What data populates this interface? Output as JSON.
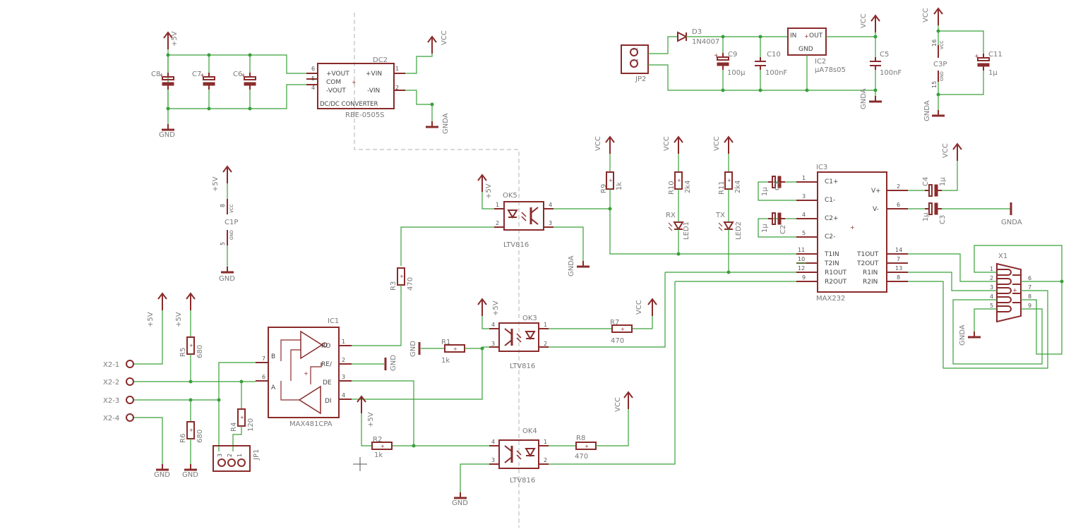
{
  "labels": {
    "C8": "C8",
    "C7": "C7",
    "C6": "C6",
    "p5v_top": "+5V",
    "gnd_top": "GND",
    "dc2": "DC2",
    "dc2_value": "RBE-0505S",
    "dc_title": "DC/DC CONVERTER",
    "dc_pvout": "+VOUT",
    "dc_com": "COM",
    "dc_nvout": "-VOUT",
    "dc_pvin": "+VIN",
    "dc_nvin": "-VIN",
    "dc_p6": "6",
    "dc_p5": "5",
    "dc_p4": "4",
    "dc_p1": "1",
    "dc_p2": "2",
    "vcc_dc": "VCC",
    "gnda_dc": "GNDA",
    "jp2": "JP2",
    "jp2_p1": "1",
    "jp2_p2": "2",
    "d3": "D3",
    "d3_value": "1N4007",
    "c9": "C9",
    "c9_value": "100µ",
    "c10": "C10",
    "c10_value": "100nF",
    "ic2": "IC2",
    "ic2_value": "µA78s05",
    "ic2_in": "IN",
    "ic2_out": "OUT",
    "ic2_gnd": "GND",
    "c5": "C5",
    "c5_value": "100nF",
    "vcc_reg": "VCC",
    "gnda_reg": "GNDA",
    "vcc_c3p": "VCC",
    "c3p": "C3P",
    "c3p_16": "16",
    "c3p_15": "15",
    "c3p_vcc": "VCC",
    "c3p_gnd": "GND",
    "c11": "C11",
    "c11_value": "1µ",
    "gnda_c3p": "GNDA",
    "p5v_c1p": "+5V",
    "c1p": "C1P",
    "c1p_8": "8",
    "c1p_5": "5",
    "c1p_vcc": "VCC",
    "c1p_gnd": "GND",
    "gnd_c1p": "GND",
    "p5v_ok5": "+5V",
    "ok5": "OK5",
    "ok5_value": "LTV816",
    "gnda_ok5": "GNDA",
    "ok5_p1": "1",
    "ok5_p2": "2",
    "ok5_p3": "3",
    "ok5_p4": "4",
    "vcc_r9": "VCC",
    "r9": "R9",
    "r9_value": "1k",
    "vcc_r10": "VCC",
    "r10": "R10",
    "r10_value": "2k4",
    "led1": "LED1",
    "rx": "RX",
    "vcc_r11": "VCC",
    "r11": "R11",
    "r11_value": "2k4",
    "led2": "LED2",
    "tx": "TX",
    "ic3": "IC3",
    "ic3_value": "MAX232",
    "ic3_c1p": "C1+",
    "ic3_c1m": "C1-",
    "ic3_c2p": "C2+",
    "ic3_c2m": "C2-",
    "ic3_vp": "V+",
    "ic3_vm": "V-",
    "ic3_t1in": "T1IN",
    "ic3_t2in": "T2IN",
    "ic3_r1out": "R1OUT",
    "ic3_r2out": "R2OUT",
    "ic3_t1out": "T1OUT",
    "ic3_t2out": "T2OUT",
    "ic3_r1in": "R1IN",
    "ic3_r2in": "R2IN",
    "ic3_p1": "1",
    "ic3_p3": "3",
    "ic3_p4": "4",
    "ic3_p5": "5",
    "ic3_p11": "11",
    "ic3_p10": "10",
    "ic3_p12": "12",
    "ic3_p9": "9",
    "ic3_p2": "2",
    "ic3_p6": "6",
    "ic3_p14": "14",
    "ic3_p7": "7",
    "ic3_p13": "13",
    "ic3_p8": "8",
    "c1": "C1",
    "c1_value": "1µ",
    "c2": "C2",
    "c2_value": "1µ",
    "c4": "C4",
    "c4_value": "1µ",
    "vcc_c4": "VCC",
    "c3": "C3",
    "c3_value": "1µ",
    "gnda_c3": "GNDA",
    "x1": "X1",
    "gnda_x1": "GNDA",
    "x1_p1": "1",
    "x1_p2": "2",
    "x1_p3": "3",
    "x1_p4": "4",
    "x1_p5": "5",
    "x1_p6": "6",
    "x1_p7": "7",
    "x1_p8": "8",
    "x1_p9": "9",
    "r3": "R3",
    "r3_value": "470",
    "p5v_ok3": "+5V",
    "ok3": "OK3",
    "ok3_value": "LTV816",
    "ok3_p1": "1",
    "ok3_p2": "2",
    "ok3_p3": "3",
    "ok3_p4": "4",
    "r7": "R7",
    "r7_value": "470",
    "vcc_r7": "VCC",
    "gnd_r1": "GND",
    "r1": "R1",
    "r1_value": "1k",
    "ic1": "IC1",
    "ic1_value": "MAX481CPA",
    "ic1_ro": "RO",
    "ic1_re": "RE/",
    "ic1_de": "DE",
    "ic1_di": "DI",
    "ic1_b": "B",
    "ic1_a": "A",
    "ic1_p1": "1",
    "ic1_p2": "2",
    "ic1_p3": "3",
    "ic1_p4": "4",
    "ic1_p7": "7",
    "ic1_p6": "6",
    "gnd_ic1": "GND",
    "p5v_x2": "+5V",
    "p5v_r5": "+5V",
    "x2_1": "X2-1",
    "x2_2": "X2-2",
    "x2_3": "X2-3",
    "x2_4": "X2-4",
    "r5": "R5",
    "r5_value": "680",
    "r6": "R6",
    "r6_value": "680",
    "r4": "R4",
    "r4_value": "120",
    "jp1": "JP1",
    "jp1_p3": "3",
    "jp1_p2": "2",
    "jp1_p1": "1",
    "gnd_x2": "GND",
    "gnd_r6": "GND",
    "p5v_r2": "+5V",
    "r2": "R2",
    "r2_value": "1k",
    "ok4": "OK4",
    "ok4_value": "LTV816",
    "gnd_ok4": "GND",
    "ok4_p1": "1",
    "ok4_p2": "2",
    "ok4_p3": "3",
    "ok4_p4": "4",
    "r8": "R8",
    "r8_value": "470",
    "vcc_r8": "VCC"
  }
}
